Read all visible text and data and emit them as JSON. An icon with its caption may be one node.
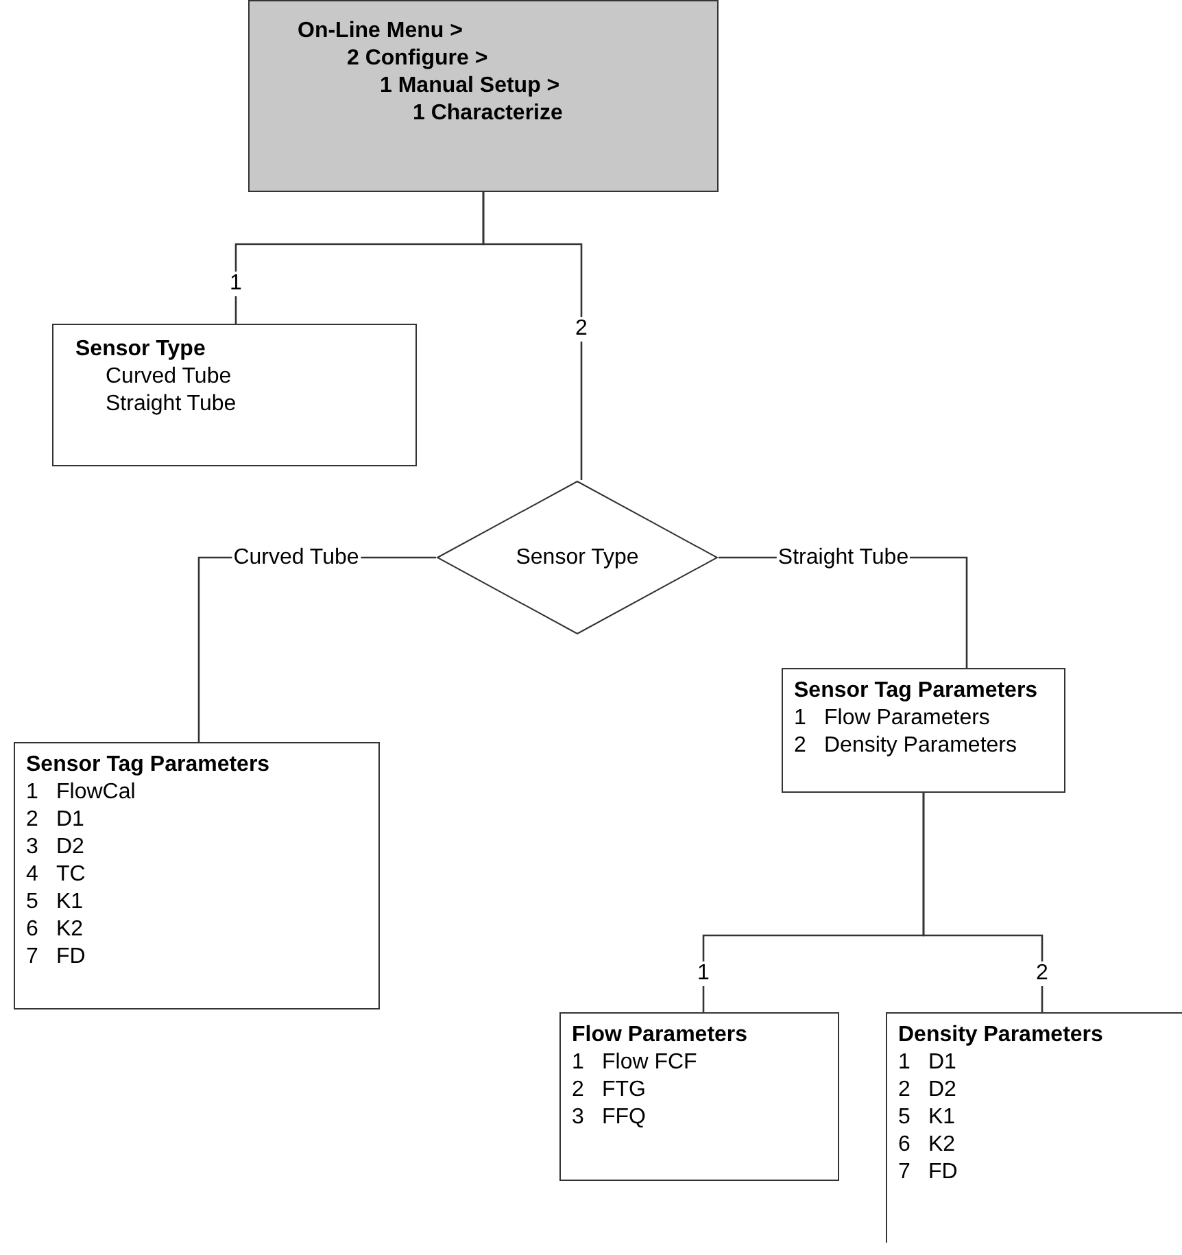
{
  "diagram": {
    "nodes": [
      {
        "text": [
          "On-Line Menu >",
          "2 Configure >",
          "1 Manual Setup >",
          "1 Characterize"
        ]
      },
      {
        "text": [
          "Sensor Type",
          "Curved Tube",
          "Straight Tube"
        ]
      },
      {
        "text": [
          "Sensor Type"
        ]
      },
      {
        "text": [
          "Sensor Tag Parameters",
          "1",
          "FlowCal",
          "2",
          "D1",
          "3",
          "D2",
          "4",
          "TC",
          "5",
          "K1",
          "6",
          "K2",
          "7",
          "FD"
        ]
      },
      {
        "text": [
          "Sensor Tag Parameters",
          "1",
          "Flow Parameters",
          "2",
          "Density Parameters"
        ]
      },
      {
        "text": [
          "Flow Parameters",
          "1",
          "Flow FCF",
          "2",
          "FTG",
          "3",
          "FFQ"
        ]
      },
      {
        "text": [
          "Density Parameters",
          "1",
          "D1",
          "2",
          "D2",
          "5",
          "K1",
          "6",
          "K2",
          "7",
          "FD"
        ]
      }
    ],
    "edges": [
      {
        "from": 0,
        "to": 1,
        "arrow": "none",
        "label": "1"
      },
      {
        "from": 0,
        "to": 2,
        "arrow": "none",
        "label": "2"
      },
      {
        "from": 2,
        "to": 3,
        "arrow": "none",
        "label": "Curved Tube"
      },
      {
        "from": 2,
        "to": 4,
        "arrow": "none",
        "label": "Straight Tube"
      },
      {
        "from": 4,
        "to": 5,
        "arrow": "none",
        "label": "1"
      },
      {
        "from": 4,
        "to": 6,
        "arrow": "none",
        "label": "2"
      }
    ]
  }
}
